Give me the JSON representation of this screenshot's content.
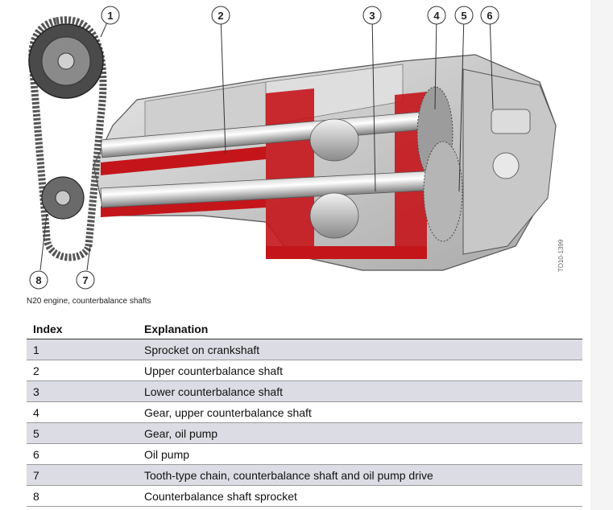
{
  "figure": {
    "caption": "N20 engine, counterbalance shafts",
    "ref_code": "TO10-1399",
    "callouts": [
      "1",
      "2",
      "3",
      "4",
      "5",
      "6",
      "7",
      "8"
    ]
  },
  "table": {
    "headers": {
      "index": "Index",
      "explanation": "Explanation"
    },
    "rows": [
      {
        "index": "1",
        "explanation": "Sprocket on crankshaft"
      },
      {
        "index": "2",
        "explanation": "Upper counterbalance shaft"
      },
      {
        "index": "3",
        "explanation": "Lower counterbalance shaft"
      },
      {
        "index": "4",
        "explanation": "Gear, upper counterbalance shaft"
      },
      {
        "index": "5",
        "explanation": "Gear, oil pump"
      },
      {
        "index": "6",
        "explanation": "Oil pump"
      },
      {
        "index": "7",
        "explanation": "Tooth-type chain, counterbalance shaft and oil pump drive"
      },
      {
        "index": "8",
        "explanation": "Counterbalance shaft sprocket"
      }
    ]
  }
}
